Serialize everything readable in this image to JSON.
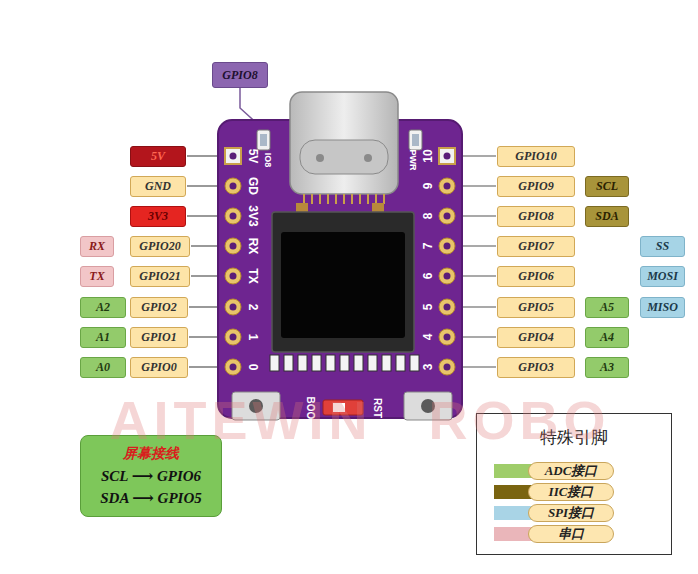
{
  "diagram": {
    "nodes": [
      {
        "text": [
          "GPIO8"
        ]
      },
      {
        "text": [
          "5V"
        ]
      },
      {
        "text": [
          "GND"
        ]
      },
      {
        "text": [
          "3V3"
        ]
      },
      {
        "text": [
          "RX"
        ]
      },
      {
        "text": [
          "GPIO20"
        ]
      },
      {
        "text": [
          "TX"
        ]
      },
      {
        "text": [
          "GPIO21"
        ]
      },
      {
        "text": [
          "A2"
        ]
      },
      {
        "text": [
          "GPIO2"
        ]
      },
      {
        "text": [
          "A1"
        ]
      },
      {
        "text": [
          "GPIO1"
        ]
      },
      {
        "text": [
          "A0"
        ]
      },
      {
        "text": [
          "GPIO0"
        ]
      },
      {
        "text": [
          "GPIO10"
        ]
      },
      {
        "text": [
          "GPIO9"
        ]
      },
      {
        "text": [
          "SCL"
        ]
      },
      {
        "text": [
          "GPIO8"
        ]
      },
      {
        "text": [
          "SDA"
        ]
      },
      {
        "text": [
          "GPIO7"
        ]
      },
      {
        "text": [
          "SS"
        ]
      },
      {
        "text": [
          "GPIO6"
        ]
      },
      {
        "text": [
          "MOSI"
        ]
      },
      {
        "text": [
          "GPIO5"
        ]
      },
      {
        "text": [
          "A5"
        ]
      },
      {
        "text": [
          "MISO"
        ]
      },
      {
        "text": [
          "GPIO4"
        ]
      },
      {
        "text": [
          "A4"
        ]
      },
      {
        "text": [
          "GPIO3"
        ]
      },
      {
        "text": [
          "A3"
        ]
      },
      {
        "text": [
          "屏幕接线",
          "SCL ⟶ GPIO6",
          "SDA ⟶ GPIO5"
        ]
      },
      {
        "text": [
          "特殊引脚"
        ]
      }
    ],
    "labels": [
      "IO8",
      "PWR",
      "5V",
      "GD",
      "3V3",
      "RX",
      "TX",
      "2",
      "1",
      "0",
      "10",
      "9",
      "8",
      "7",
      "6",
      "5",
      "4",
      "3",
      "BOO",
      "RST",
      "AITEWIN ROBO"
    ],
    "legend": [
      {
        "text": "ADC接口",
        "color": "#9fcd6a"
      },
      {
        "text": "IIC接口",
        "color": "#7a6410"
      },
      {
        "text": "SPI接口",
        "color": "#a9d4e6"
      },
      {
        "text": "串口",
        "color": "#eab6ba"
      }
    ]
  }
}
